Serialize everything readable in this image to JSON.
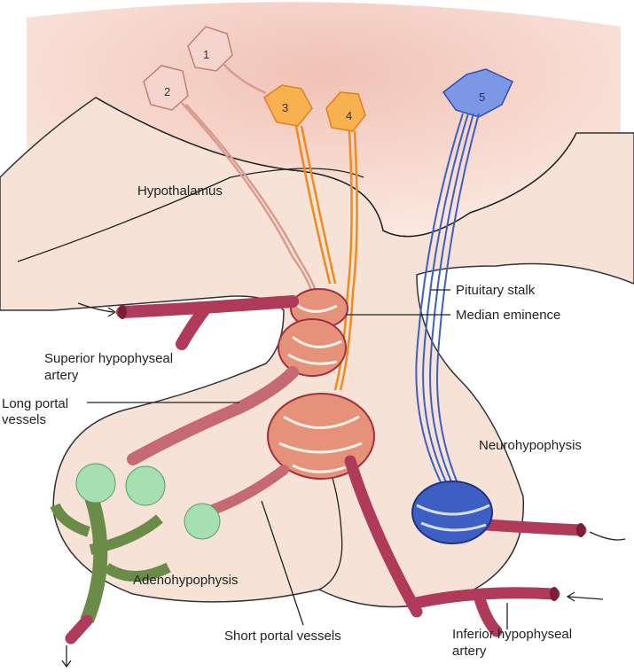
{
  "neurons": [
    {
      "id": "1",
      "color": "#e8b8b0"
    },
    {
      "id": "2",
      "color": "#e8b8b0"
    },
    {
      "id": "3",
      "color": "#f5a84a"
    },
    {
      "id": "4",
      "color": "#f5a84a"
    },
    {
      "id": "5",
      "color": "#6f8fe0"
    }
  ],
  "labels": {
    "hypothalamus": "Hypothalamus",
    "pituitary_stalk": "Pituitary stalk",
    "median_eminence": "Median eminence",
    "superior_artery_1": "Superior hypophyseal",
    "superior_artery_2": "artery",
    "long_portal_1": "Long portal",
    "long_portal_2": "vessels",
    "neurohypophysis": "Neurohypophysis",
    "adenohypophysis": "Adenohypophysis",
    "short_portal": "Short portal vessels",
    "inferior_artery_1": "Inferior hypophyseal",
    "inferior_artery_2": "artery"
  },
  "colors": {
    "hypothalamus_fill": "#f3c9bd",
    "tissue_fill": "#f6e0d4",
    "artery": "#b03a5a",
    "orange_fiber": "#f08a1c",
    "pink_fiber": "#d99a8f",
    "blue_fiber": "#3d5fc4",
    "green_cell": "#a6e0b0"
  }
}
